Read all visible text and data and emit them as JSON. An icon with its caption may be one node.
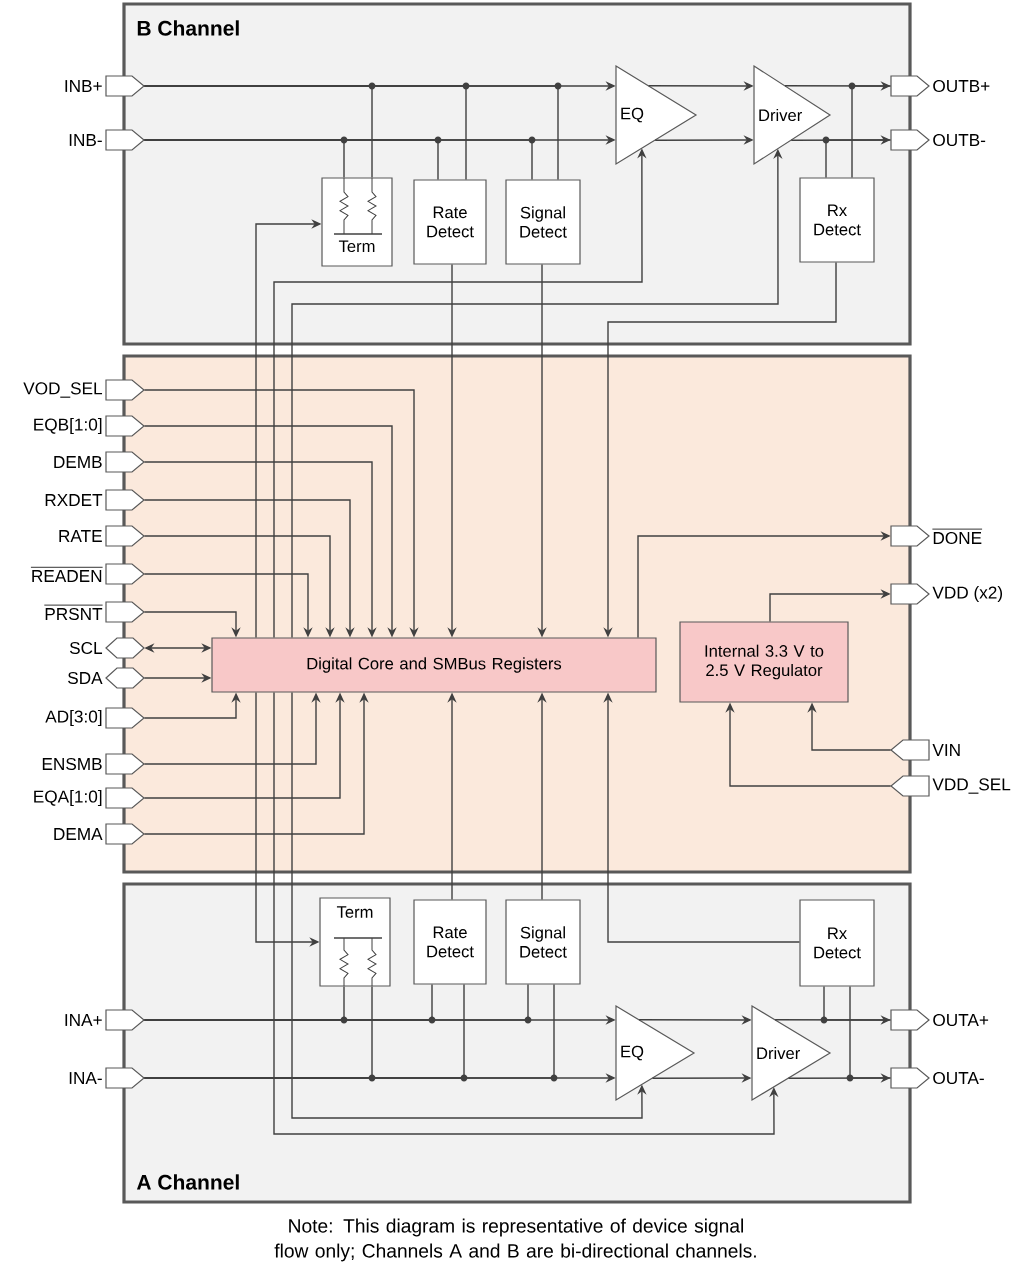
{
  "diagram": {
    "caption": "Note: This diagram is representative of device signal flow only; Channels A and B are bi-directional channels.",
    "nodes": [
      {
        "text": [
          "B Channel"
        ]
      },
      {
        "text": [],
        "shape": "box"
      },
      {
        "text": [
          "A Channel"
        ]
      },
      {
        "text": [
          "INB+"
        ]
      },
      {
        "text": [
          "INB-"
        ]
      },
      {
        "text": [
          "Term"
        ],
        "in": 0
      },
      {
        "text": [
          "Rate Detect"
        ],
        "in": 0
      },
      {
        "text": [
          "Signal Detect"
        ],
        "in": 0
      },
      {
        "text": [
          "EQ"
        ],
        "in": 0
      },
      {
        "text": [
          "Driver"
        ],
        "in": 0
      },
      {
        "text": [
          "Rx Detect"
        ],
        "in": 0
      },
      {
        "text": [
          "OUTB+"
        ]
      },
      {
        "text": [
          "OUTB-"
        ]
      },
      {
        "text": [
          "VOD_SEL"
        ]
      },
      {
        "text": [
          "EQB[1:0]"
        ]
      },
      {
        "text": [
          "DEMB"
        ]
      },
      {
        "text": [
          "RXDET"
        ]
      },
      {
        "text": [
          "RATE"
        ]
      },
      {
        "text": [
          "READEN"
        ]
      },
      {
        "text": [
          "PRSNT"
        ]
      },
      {
        "text": [
          "SCL"
        ]
      },
      {
        "text": [
          "SDA"
        ]
      },
      {
        "text": [
          "AD[3:0]"
        ]
      },
      {
        "text": [
          "ENSMB"
        ]
      },
      {
        "text": [
          "EQA[1:0]"
        ]
      },
      {
        "text": [
          "DEMA"
        ]
      },
      {
        "text": [
          "Digital Core and SMBus Registers"
        ],
        "in": 1
      },
      {
        "text": [
          "DONE"
        ]
      },
      {
        "text": [
          "VDD (x2)"
        ]
      },
      {
        "text": [
          "Internal 3.3 V to 2.5 V Regulator"
        ],
        "in": 1
      },
      {
        "text": [
          "VIN"
        ]
      },
      {
        "text": [
          "VDD_SEL"
        ]
      },
      {
        "text": [
          "Term"
        ],
        "in": 2
      },
      {
        "text": [
          "Rate Detect"
        ],
        "in": 2
      },
      {
        "text": [
          "Signal Detect"
        ],
        "in": 2
      },
      {
        "text": [
          "EQ"
        ],
        "in": 2
      },
      {
        "text": [
          "Driver"
        ],
        "in": 2
      },
      {
        "text": [
          "Rx Detect"
        ],
        "in": 2
      },
      {
        "text": [
          "INA+"
        ]
      },
      {
        "text": [
          "INA-"
        ]
      },
      {
        "text": [
          "OUTA+"
        ]
      },
      {
        "text": [
          "OUTA-"
        ]
      }
    ],
    "edges": [
      {
        "from": 3,
        "to": 8,
        "arrow": "to"
      },
      {
        "from": 4,
        "to": 8,
        "arrow": "to"
      },
      {
        "from": 8,
        "to": 9,
        "arrow": "to"
      },
      {
        "from": 8,
        "to": 9,
        "arrow": "to"
      },
      {
        "from": 9,
        "to": 11,
        "arrow": "to"
      },
      {
        "from": 9,
        "to": 12,
        "arrow": "to"
      },
      {
        "from": 3,
        "to": 5,
        "arrow": "none"
      },
      {
        "from": 4,
        "to": 5,
        "arrow": "none"
      },
      {
        "from": 3,
        "to": 6,
        "arrow": "none"
      },
      {
        "from": 4,
        "to": 6,
        "arrow": "none"
      },
      {
        "from": 3,
        "to": 7,
        "arrow": "none"
      },
      {
        "from": 4,
        "to": 7,
        "arrow": "none"
      },
      {
        "from": 10,
        "to": 11,
        "arrow": "none"
      },
      {
        "from": 10,
        "to": 12,
        "arrow": "none"
      },
      {
        "from": 26,
        "to": 5,
        "arrow": "to"
      },
      {
        "from": 26,
        "to": 8,
        "arrow": "to"
      },
      {
        "from": 26,
        "to": 9,
        "arrow": "to"
      },
      {
        "from": 6,
        "to": 26,
        "arrow": "to"
      },
      {
        "from": 7,
        "to": 26,
        "arrow": "to"
      },
      {
        "from": 10,
        "to": 26,
        "arrow": "to"
      },
      {
        "from": 13,
        "to": 26,
        "arrow": "to"
      },
      {
        "from": 14,
        "to": 26,
        "arrow": "to"
      },
      {
        "from": 15,
        "to": 26,
        "arrow": "to"
      },
      {
        "from": 16,
        "to": 26,
        "arrow": "to"
      },
      {
        "from": 17,
        "to": 26,
        "arrow": "to"
      },
      {
        "from": 18,
        "to": 26,
        "arrow": "to"
      },
      {
        "from": 19,
        "to": 26,
        "arrow": "to"
      },
      {
        "from": 20,
        "to": 26,
        "arrow": "both"
      },
      {
        "from": 21,
        "to": 26,
        "arrow": "to"
      },
      {
        "from": 22,
        "to": 26,
        "arrow": "to"
      },
      {
        "from": 23,
        "to": 26,
        "arrow": "to"
      },
      {
        "from": 24,
        "to": 26,
        "arrow": "to"
      },
      {
        "from": 25,
        "to": 26,
        "arrow": "to"
      },
      {
        "from": 26,
        "to": 27,
        "arrow": "to"
      },
      {
        "from": 29,
        "to": 28,
        "arrow": "to"
      },
      {
        "from": 30,
        "to": 29,
        "arrow": "to"
      },
      {
        "from": 31,
        "to": 29,
        "arrow": "to"
      },
      {
        "from": 26,
        "to": 32,
        "arrow": "to"
      },
      {
        "from": 26,
        "to": 35,
        "arrow": "to"
      },
      {
        "from": 26,
        "to": 36,
        "arrow": "to"
      },
      {
        "from": 33,
        "to": 26,
        "arrow": "to"
      },
      {
        "from": 34,
        "to": 26,
        "arrow": "to"
      },
      {
        "from": 37,
        "to": 26,
        "arrow": "to"
      },
      {
        "from": 38,
        "to": 35,
        "arrow": "to"
      },
      {
        "from": 39,
        "to": 35,
        "arrow": "to"
      },
      {
        "from": 35,
        "to": 36,
        "arrow": "to"
      },
      {
        "from": 35,
        "to": 36,
        "arrow": "to"
      },
      {
        "from": 36,
        "to": 40,
        "arrow": "to"
      },
      {
        "from": 36,
        "to": 41,
        "arrow": "to"
      },
      {
        "from": 38,
        "to": 32,
        "arrow": "none"
      },
      {
        "from": 39,
        "to": 32,
        "arrow": "none"
      },
      {
        "from": 38,
        "to": 33,
        "arrow": "none"
      },
      {
        "from": 39,
        "to": 33,
        "arrow": "none"
      },
      {
        "from": 38,
        "to": 34,
        "arrow": "none"
      },
      {
        "from": 39,
        "to": 34,
        "arrow": "none"
      },
      {
        "from": 37,
        "to": 40,
        "arrow": "none"
      },
      {
        "from": 37,
        "to": 41,
        "arrow": "none"
      }
    ]
  }
}
